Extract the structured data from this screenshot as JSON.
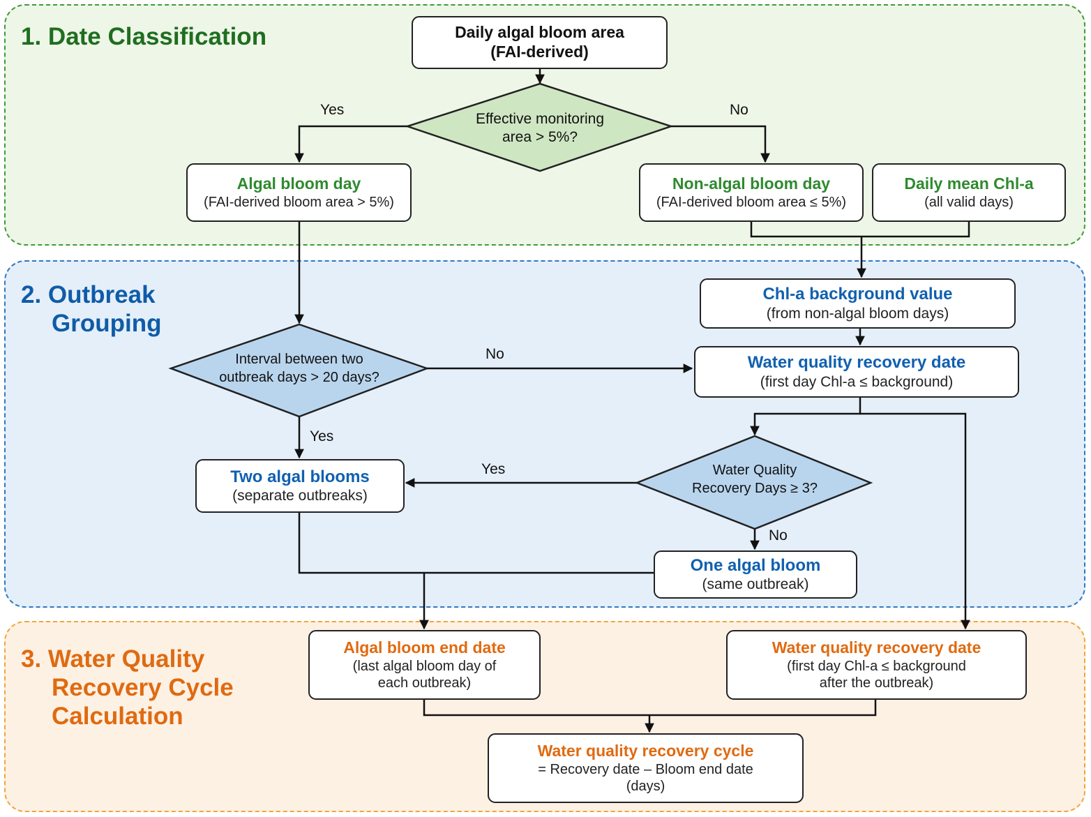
{
  "sections": {
    "s1": {
      "title": [
        "1. Date Classification"
      ]
    },
    "s2": {
      "title": [
        "2. Outbreak",
        "Grouping"
      ]
    },
    "s3": {
      "title": [
        "3. Water Quality",
        "Recovery Cycle",
        "Calculation"
      ]
    }
  },
  "nodes": {
    "daily_area": {
      "title": "Daily algal bloom area",
      "sub": "(FAI-derived)"
    },
    "effective_monitoring": {
      "lines": [
        "Effective monitoring",
        "area > 5%?"
      ]
    },
    "bloom_day": {
      "title": "Algal bloom day",
      "sub": "(FAI-derived bloom area > 5%)"
    },
    "non_bloom_day": {
      "title": "Non-algal bloom day",
      "sub": "(FAI-derived bloom area ≤ 5%)"
    },
    "daily_mean_chla": {
      "title": "Daily mean Chl-a",
      "sub": "(all valid days)"
    },
    "chla_background": {
      "title": "Chl-a background value",
      "sub": "(from non-algal bloom days)"
    },
    "interval": {
      "lines": [
        "Interval between two",
        "outbreak days > 20 days?"
      ]
    },
    "wq_recovery_date": {
      "title": "Water quality recovery date",
      "sub": "(first day Chl-a ≤ background)"
    },
    "two_blooms": {
      "title": "Two algal blooms",
      "sub": "(separate outbreaks)"
    },
    "wq_recovery_days": {
      "lines": [
        "Water Quality",
        "Recovery Days ≥ 3?"
      ]
    },
    "one_bloom": {
      "title": "One algal bloom",
      "sub": "(same outbreak)"
    },
    "bloom_end": {
      "title": "Algal bloom end date",
      "sub": [
        "(last algal bloom day of",
        "each outbreak)"
      ]
    },
    "wq_recovery_date2": {
      "title": "Water quality recovery date",
      "sub": [
        "(first day Chl-a ≤ background",
        "after the outbreak)"
      ]
    },
    "recovery_cycle": {
      "title": "Water quality recovery cycle",
      "sub": [
        "= Recovery date – Bloom end date",
        "(days)"
      ]
    }
  },
  "edge_labels": {
    "yes1": "Yes",
    "no1": "No",
    "no2": "No",
    "yes2": "Yes",
    "yes3": "Yes",
    "no3": "No"
  }
}
